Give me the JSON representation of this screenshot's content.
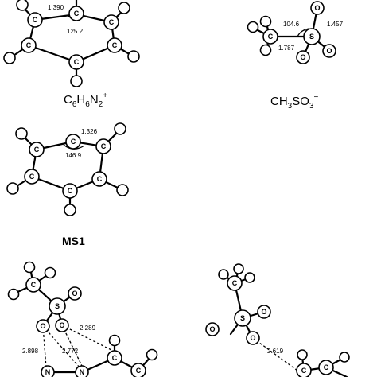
{
  "molecules": {
    "c6h6n2": {
      "formula": {
        "base": "C",
        "sub1": "6",
        "mid": "H",
        "sub2": "6",
        "tail": "N",
        "sub3": "2",
        "charge": "+"
      },
      "bond_length": "1.390",
      "angle": "125.2"
    },
    "ch3so3": {
      "formula": {
        "base": "CH",
        "sub1": "3",
        "mid": "SO",
        "sub2": "3",
        "charge": "−"
      },
      "angle": "104.6",
      "bond_length_so": "1.457",
      "bond_length_cs": "1.787"
    },
    "ms1": {
      "title": "MS1",
      "bond_length": "1.326",
      "angle": "146.9"
    },
    "complex_left": {
      "dist_a": "2.289",
      "dist_b": "2.898",
      "dist_c": "2.772"
    },
    "complex_right": {
      "dist_a": "2.619"
    }
  },
  "atom_letters": {
    "carbon": "C",
    "sulfur": "S",
    "oxygen": "O",
    "nitrogen": "N"
  }
}
